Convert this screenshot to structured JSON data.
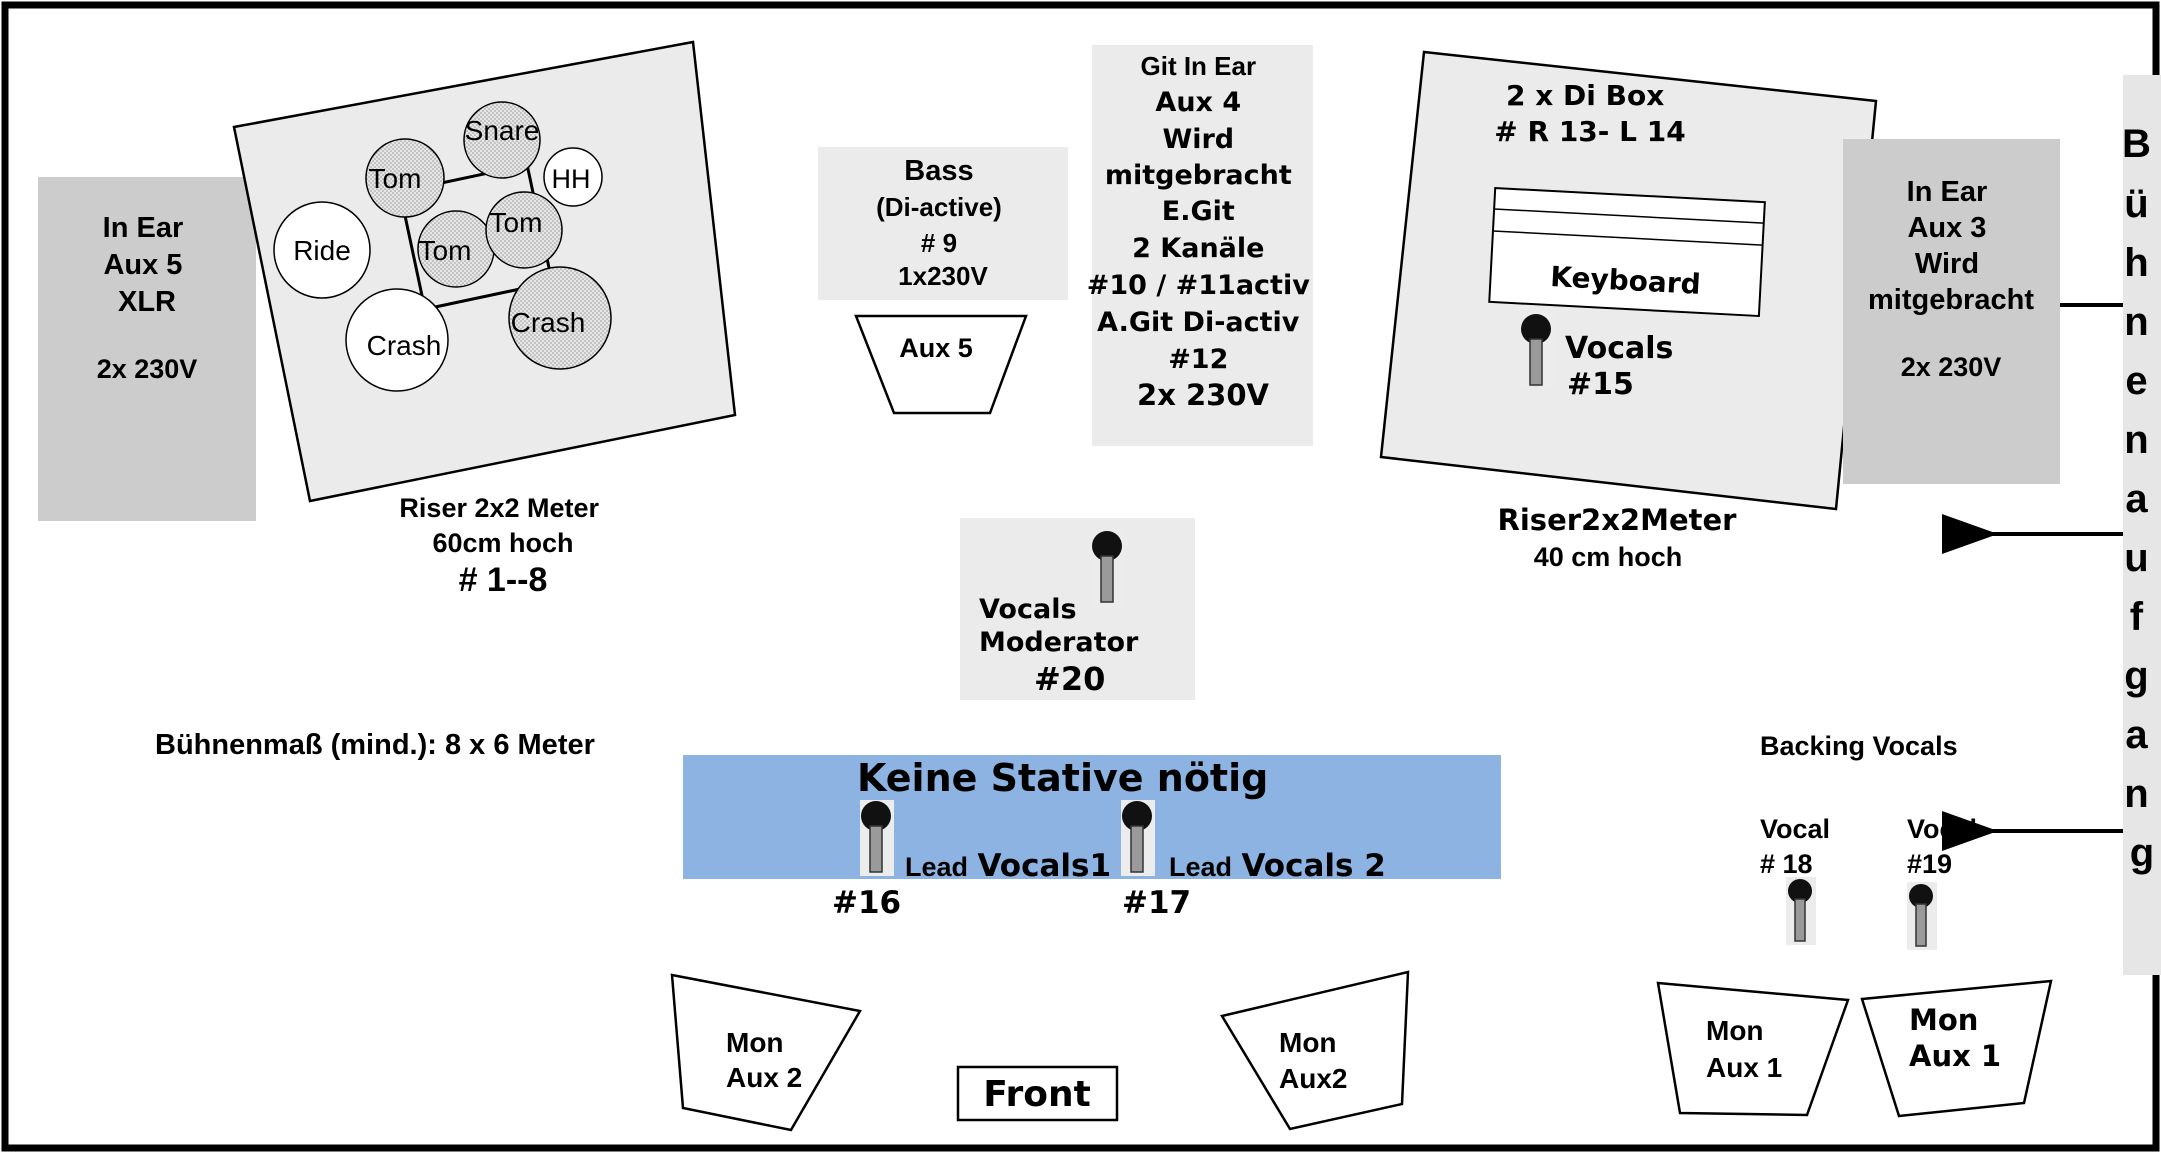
{
  "drums": {
    "in_ear": [
      "In Ear",
      "Aux 5",
      "XLR",
      "",
      "2x 230V"
    ],
    "pieces": {
      "snare": "Snare",
      "hh": "HH",
      "tom1": "Tom",
      "tom2": "Tom",
      "tom3": "Tom",
      "ride": "Ride",
      "crash1": "Crash",
      "crash2": "Crash"
    },
    "riser": [
      "Riser 2x2 Meter",
      "60cm hoch",
      "# 1--8"
    ]
  },
  "bass": {
    "lines": [
      "Bass",
      "(Di-active)",
      "# 9",
      "1x230V"
    ],
    "monitor": "Aux 5"
  },
  "guitar": {
    "lines": [
      "Git In Ear",
      "Aux 4",
      "Wird",
      "mitgebracht",
      "E.Git",
      "2 Kanäle",
      "#10 / #11activ",
      "A.Git Di-activ",
      "#12",
      "2x 230V"
    ]
  },
  "keys": {
    "di": [
      "2 x Di Box",
      "# R 13- L 14"
    ],
    "keyboard": "Keyboard",
    "vocals": [
      "Vocals",
      "#15"
    ],
    "riser": [
      "Riser2x2Meter",
      "40 cm hoch"
    ]
  },
  "in_ear_right": [
    "In Ear",
    "Aux 3",
    "Wird",
    "mitgebracht",
    "",
    "2x 230V"
  ],
  "side_label": [
    "B",
    "ü",
    "h",
    "n",
    "e",
    "n",
    "a",
    "u",
    "f",
    "g",
    "a",
    "n",
    "g"
  ],
  "moderator": {
    "lines": [
      "Vocals",
      "Moderator",
      "#20"
    ]
  },
  "stage_size": "Bühnenmaß (mind.): 8 x 6 Meter",
  "lead": {
    "title": "Keine Stative nötig",
    "v1_prefix": "Lead",
    "v1": "Vocals1",
    "v1_num": "#16",
    "v2_prefix": "Lead",
    "v2": "Vocals 2",
    "v2_num": "#17"
  },
  "backing": {
    "title": "Backing Vocals",
    "v18": [
      "Vocal",
      "# 18"
    ],
    "v19": [
      "Vocal",
      "#19"
    ]
  },
  "monitors": {
    "m1": [
      "Mon",
      "Aux 2"
    ],
    "m2": [
      "Mon",
      "Aux2"
    ],
    "m3": [
      "Mon",
      "Aux 1"
    ],
    "m4": [
      "Mon",
      "Aux 1"
    ]
  },
  "front": "Front",
  "colors": {
    "lead_area": "#8db3e2",
    "panel_dark": "#cccccc",
    "panel_light": "#ebebeb",
    "drum_fill": "#e0e0e0"
  }
}
